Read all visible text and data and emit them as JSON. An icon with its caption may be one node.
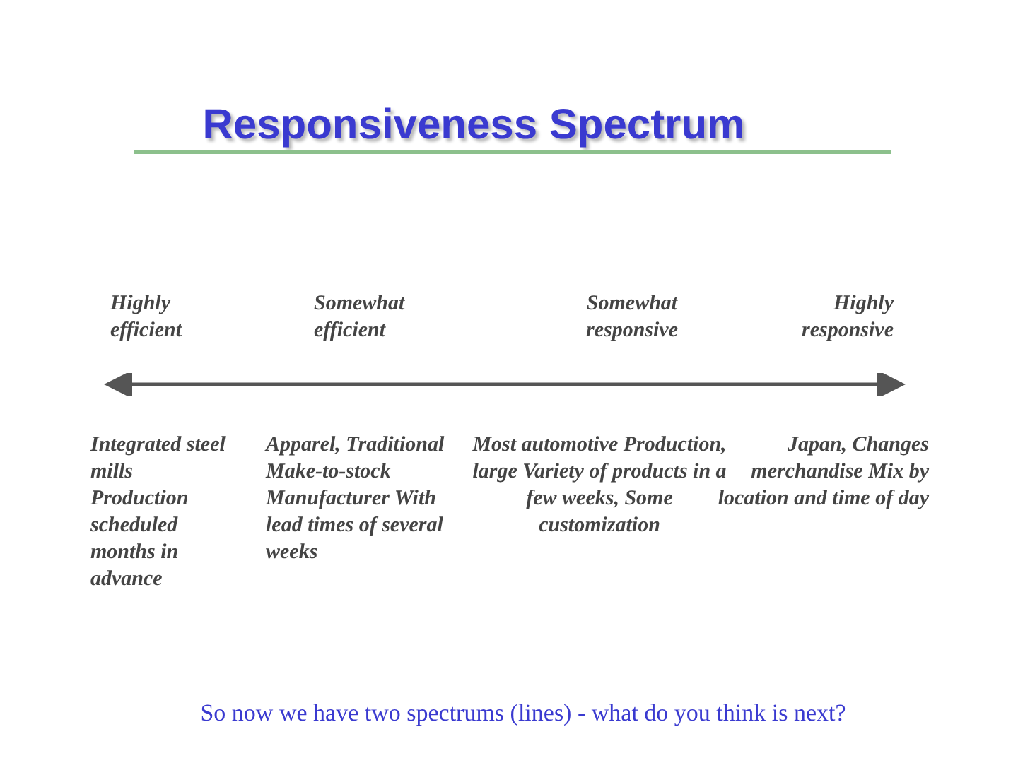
{
  "diagram": {
    "title": "Responsiveness Spectrum",
    "caption": "So now we have two spectrums (lines) - what do you think is next?",
    "labels": [
      "Highly efficient",
      "Somewhat efficient",
      "Somewhat responsive",
      "Highly responsive",
      "Integrated steel mills Production scheduled months in advance",
      "Apparel, Traditional Make-to-stock Manufacturer With lead times of several weeks",
      "Most automotive Production, large Variety of products in a few weeks, Some customization",
      "Japan, Changes merchandise Mix by location and time of day"
    ]
  }
}
